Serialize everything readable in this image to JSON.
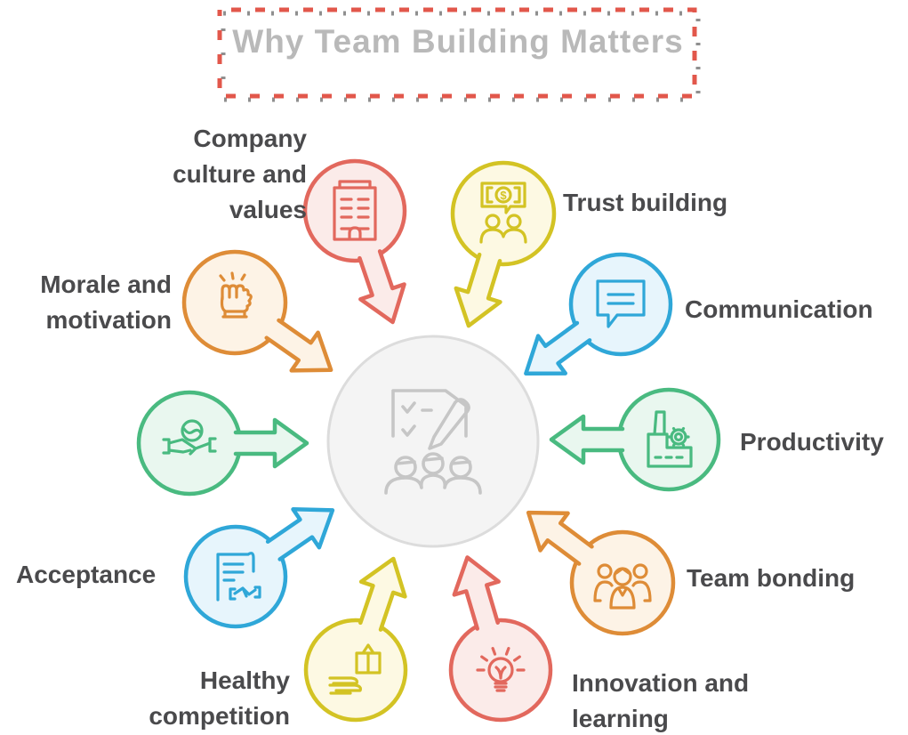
{
  "title": "Why Team Building Matters",
  "center": {
    "icon": "checklist-meeting-icon",
    "fill": "#f4f4f4",
    "stroke": "#dcdcdc",
    "icon_color": "#c6c6c6"
  },
  "title_border_colors": {
    "red": "#e2574b",
    "gray": "#8f8f8f"
  },
  "label_text_color": "#4a4a4c",
  "title_text_color": "#b9b9b9",
  "nodes": [
    {
      "id": "company-culture-values",
      "label_lines": [
        "Company",
        "culture and",
        "values"
      ],
      "icon": "office-building-icon",
      "color": "#e2685d",
      "fill": "#fbebe9"
    },
    {
      "id": "trust-building",
      "label_lines": [
        "Trust building"
      ],
      "icon": "money-talk-icon",
      "color": "#d3c324",
      "fill": "#fdf9e3"
    },
    {
      "id": "communication",
      "label_lines": [
        "Communication"
      ],
      "icon": "chat-bubble-icon",
      "color": "#2fa7d8",
      "fill": "#e7f5fc"
    },
    {
      "id": "productivity",
      "label_lines": [
        "Productivity"
      ],
      "icon": "factory-icon",
      "color": "#49ba80",
      "fill": "#e9f7ef"
    },
    {
      "id": "team-bonding",
      "label_lines": [
        "Team bonding"
      ],
      "icon": "team-people-icon",
      "color": "#de8c37",
      "fill": "#fdf3e6"
    },
    {
      "id": "innovation-and-learning",
      "label_lines": [
        "Innovation and",
        "learning"
      ],
      "icon": "lightbulb-icon",
      "color": "#e2685d",
      "fill": "#fbebe9"
    },
    {
      "id": "healthy-competition",
      "label_lines": [
        "Healthy",
        "competition"
      ],
      "icon": "gift-hand-icon",
      "color": "#d3c324",
      "fill": "#fdf9e3"
    },
    {
      "id": "acceptance",
      "label_lines": [
        "Acceptance"
      ],
      "icon": "contract-handshake-icon",
      "color": "#2fa7d8",
      "fill": "#e7f5fc"
    },
    {
      "id": "global-cooperation",
      "label_lines": [],
      "icon": "globe-handshake-icon",
      "color": "#49ba80",
      "fill": "#e9f7ef"
    },
    {
      "id": "morale-and-motivation",
      "label_lines": [
        "Morale and",
        "motivation"
      ],
      "icon": "raised-fist-icon",
      "color": "#de8c37",
      "fill": "#fdf3e6"
    }
  ]
}
